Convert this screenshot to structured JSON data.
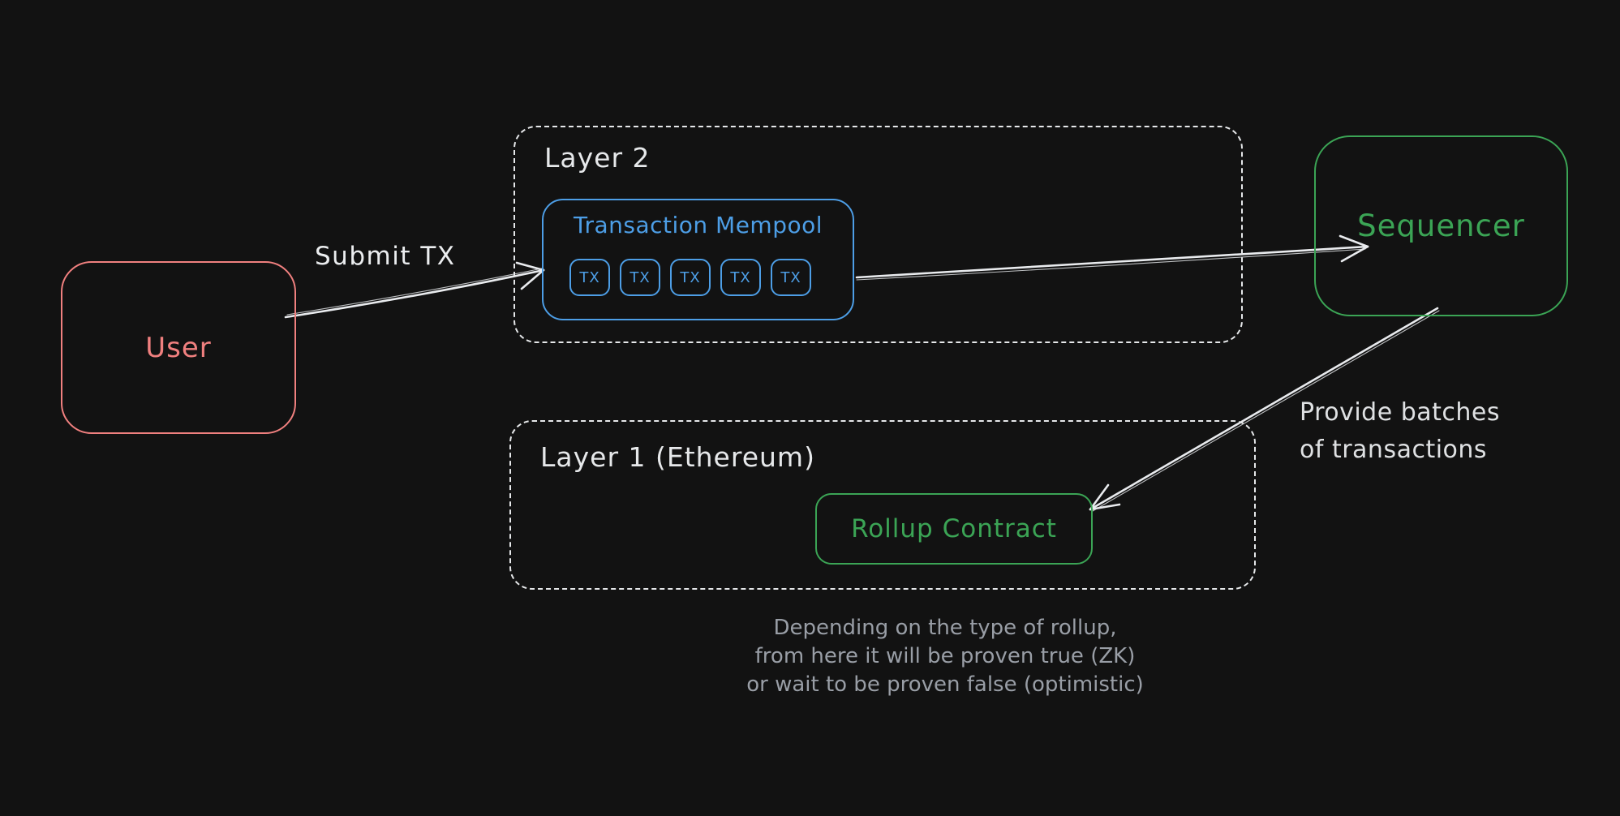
{
  "diagram": {
    "background": "#121212",
    "colors": {
      "user_red": "#f0807f",
      "mempool_blue": "#4d9ee6",
      "sequencer_green": "#3ba455",
      "stroke_white": "#e9ebee",
      "note_gray": "#999ea6"
    },
    "containers": {
      "layer2": {
        "label": "Layer 2"
      },
      "layer1": {
        "label": "Layer 1 (Ethereum)"
      }
    },
    "nodes": {
      "user": {
        "label": "User"
      },
      "transaction_mempool": {
        "label": "Transaction Mempool",
        "tx_items": [
          "TX",
          "TX",
          "TX",
          "TX",
          "TX"
        ]
      },
      "sequencer": {
        "label": "Sequencer"
      },
      "rollup_contract": {
        "label": "Rollup Contract"
      }
    },
    "edges": {
      "submit_tx": {
        "label": "Submit TX"
      },
      "provide_batches": {
        "label": "Provide batches\nof transactions"
      }
    },
    "note": {
      "text": "Depending on the type of rollup,\nfrom here it will be proven true (ZK)\nor wait to be proven false (optimistic)"
    }
  }
}
